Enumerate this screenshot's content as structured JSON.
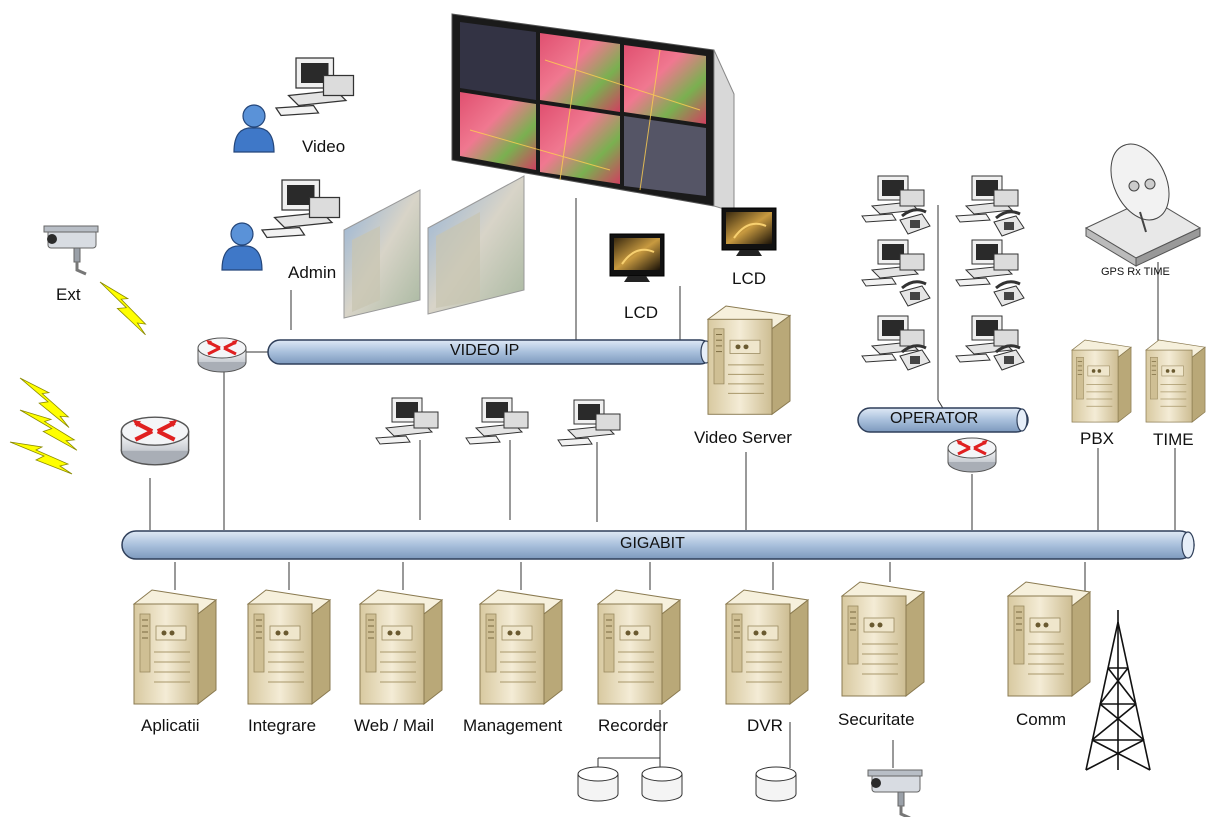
{
  "buses": {
    "gigabit": "GIGABIT",
    "video_ip": "VIDEO IP",
    "operator": "OPERATOR"
  },
  "labels": {
    "video": "Video",
    "admin": "Admin",
    "ext": "Ext",
    "lcd_left": "LCD",
    "lcd_right": "LCD",
    "video_server": "Video Server",
    "gps": "GPS Rx TIME",
    "pbx": "PBX",
    "time": "TIME"
  },
  "servers": [
    {
      "label": "Aplicatii"
    },
    {
      "label": "Integrare"
    },
    {
      "label": "Web / Mail"
    },
    {
      "label": "Management"
    },
    {
      "label": "Recorder"
    },
    {
      "label": "DVR"
    },
    {
      "label": "Securitate"
    },
    {
      "label": "Comm"
    }
  ],
  "colors": {
    "bus_fill": "#b8cce4",
    "bus_stroke": "#2f3f5a",
    "server_beige": "#e9dfc2",
    "lightning": "#ffff00",
    "router_red": "#e02020",
    "person_blue": "#3f78c8"
  }
}
